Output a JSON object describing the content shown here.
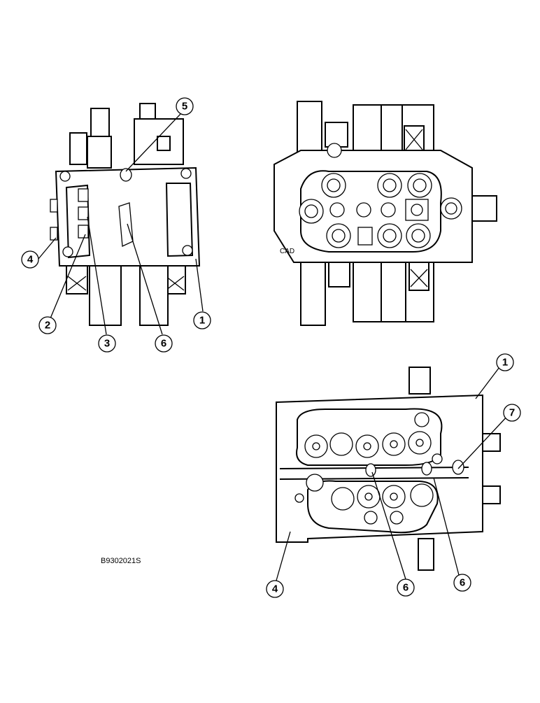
{
  "figure": {
    "reference_code": "B9302021S",
    "body_stamp": "CAD"
  },
  "callouts": [
    {
      "id": "c-left-5",
      "label": "5"
    },
    {
      "id": "c-left-4",
      "label": "4"
    },
    {
      "id": "c-left-2",
      "label": "2"
    },
    {
      "id": "c-left-3",
      "label": "3"
    },
    {
      "id": "c-left-6",
      "label": "6"
    },
    {
      "id": "c-left-1",
      "label": "1"
    },
    {
      "id": "c-bot-1",
      "label": "1"
    },
    {
      "id": "c-bot-7",
      "label": "7"
    },
    {
      "id": "c-bot-4",
      "label": "4"
    },
    {
      "id": "c-bot-6a",
      "label": "6"
    },
    {
      "id": "c-bot-6b",
      "label": "6"
    }
  ]
}
